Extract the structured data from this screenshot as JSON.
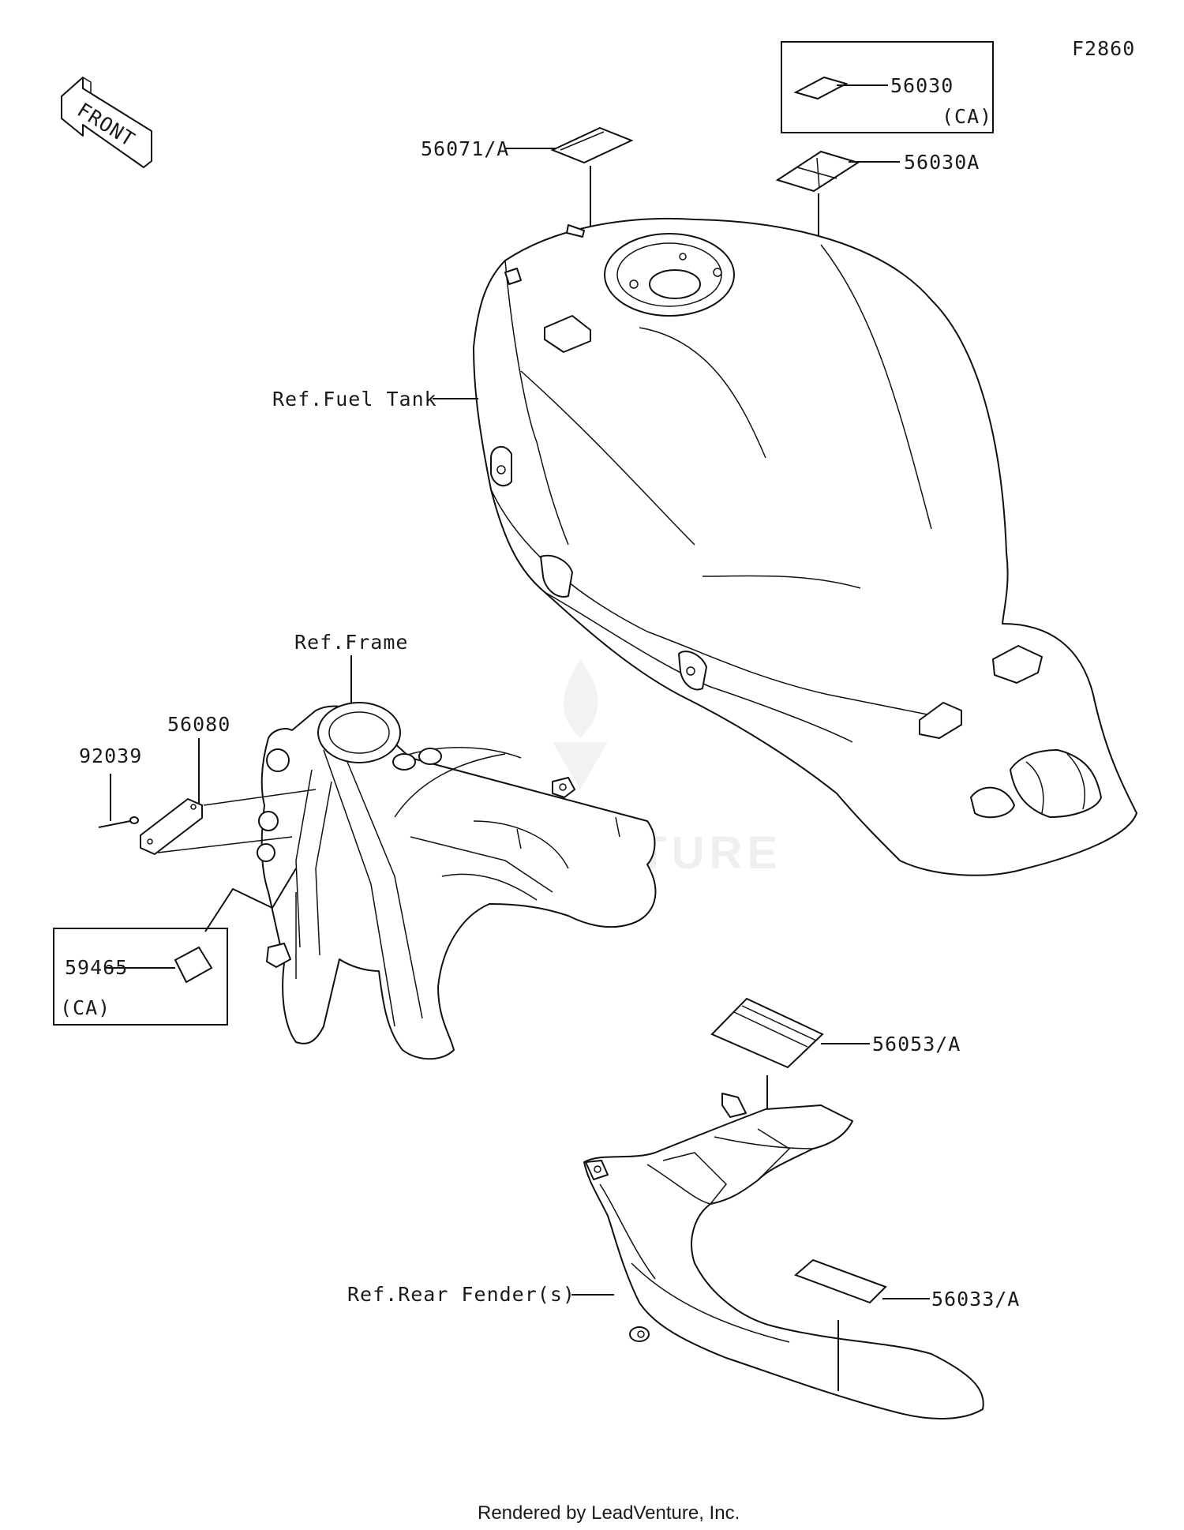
{
  "figure_code": "F2860",
  "front_arrow_label": "FRONT",
  "footer": "Rendered by LeadVenture, Inc.",
  "watermark": "LEADVENTURE",
  "callouts": [
    {
      "id": "56030",
      "text": "56030"
    },
    {
      "id": "56030-ca",
      "text": "(CA)"
    },
    {
      "id": "56030A",
      "text": "56030A"
    },
    {
      "id": "56071A",
      "text": "56071/A"
    },
    {
      "id": "ref-fuel-tank",
      "text": "Ref.Fuel Tank"
    },
    {
      "id": "ref-frame",
      "text": "Ref.Frame"
    },
    {
      "id": "56080",
      "text": "56080"
    },
    {
      "id": "92039",
      "text": "92039"
    },
    {
      "id": "59465",
      "text": "59465"
    },
    {
      "id": "59465-ca",
      "text": "(CA)"
    },
    {
      "id": "56053A",
      "text": "56053/A"
    },
    {
      "id": "ref-rear-fender",
      "text": "Ref.Rear Fender(s)"
    },
    {
      "id": "56033A",
      "text": "56033/A"
    }
  ]
}
